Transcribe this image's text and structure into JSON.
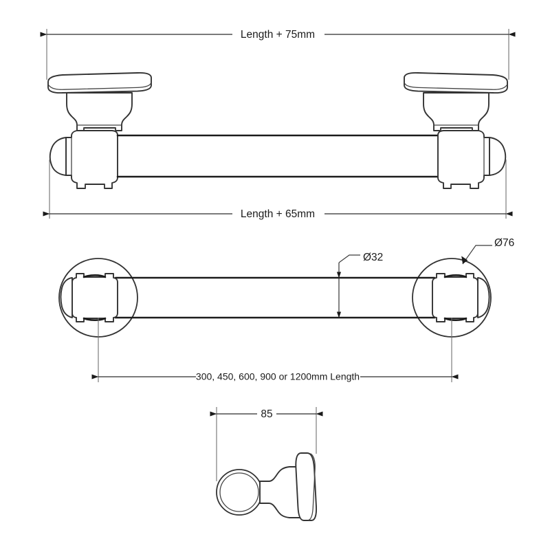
{
  "drawing": {
    "title": "Towel Rail Technical Drawing",
    "background_color": "#ffffff",
    "line_color": "#333333",
    "dim_color": "#2a2a2a",
    "text_color": "#1b1b1b"
  },
  "dimensions": {
    "top_overall": "Length + 75mm",
    "top_inner": "Length + 65mm",
    "rail_diameter": "Ø32",
    "flange_diameter": "Ø76",
    "length_options": "300, 450, 600, 900 or 1200mm Length",
    "projection": "85"
  },
  "views": {
    "plan": "top-view",
    "front": "front-view",
    "side": "side-view"
  }
}
